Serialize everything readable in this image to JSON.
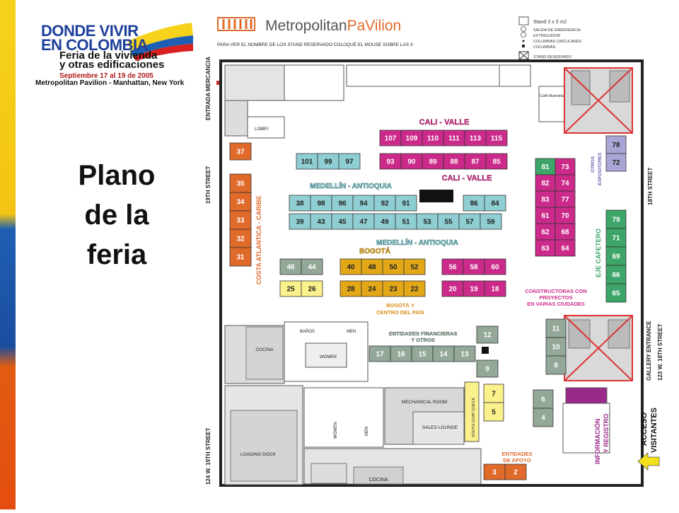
{
  "logo": {
    "line1": "DONDE VIVIR",
    "line2": "EN COLOMBIA",
    "line3": "Feria de la vivienda",
    "line4": "y otras edificaciones",
    "line5": "Septiembre 17 al 19 de 2005",
    "line6": "Metropolitan Pavilion - Manhattan, New York"
  },
  "slide_title": "Plano\nde la\nferia",
  "venue": {
    "name_part1": "Metropolitan",
    "name_part2": "PaVilion"
  },
  "instruction": "PARA VER EL NOMBRE DE LOS STAND RESERVADO COLOQUÉ EL MOUSE SOBRE LAS X",
  "legend": {
    "stand": "Stand 3 x 3 m2",
    "salida": "SALIDA DE EMERGENCIA",
    "extinguidor": "EXTINGUIDOR",
    "columnas_circ": "COLUMNAS CIRCULARES",
    "columnas": "COLUMNAS",
    "reservado": "STAND RESERVADO"
  },
  "streets": {
    "entrada": "ENTRADA MERCANCIA",
    "st19": "19TH STREET",
    "st19w": "124 W. 19TH STREET",
    "st18": "18TH STREET",
    "gallery": "GALLERY ENTRANCE",
    "st18w": "123 W. 18TH STREET"
  },
  "rooms": {
    "lobby": "LOBBY",
    "cafe": "Café Buendía",
    "banos": "BAÑOS",
    "men": "MEN",
    "women": "WOMEN",
    "cocina": "COCINA",
    "cocina2": "COCINA",
    "mechanical": "MECHANICAL ROOM",
    "lounge": "SALES LOUNGE",
    "loading": "LOADING DOCK",
    "coatcheck": "SOUTH COAT CHECK",
    "women2": "WOMEN",
    "men2": "MEN"
  },
  "zones": {
    "cali1": "CALI - VALLE",
    "cali2": "CALI - VALLE",
    "med1": "MEDELLÍN - ANTIOQUIA",
    "med2": "MEDELLÍN - ANTIOQUIA",
    "bogota": "BOGOTÁ",
    "bogota_centro1": "BOGOTÁ Y",
    "bogota_centro2": "CENTRO DEL PAÍS",
    "costa": "COSTA ATLANTICA - CARIBE",
    "eje": "EJE CAFETERO",
    "otros1": "OTROS",
    "otros2": "EXPOSITORES",
    "constr1": "CONSTRUCTORAS CON",
    "constr2": "PROYECTOS",
    "constr3": "EN VARIAS CIUDADES",
    "fin1": "ENTIDADES FINANCIERAS",
    "fin2": "Y OTROS",
    "apoyo1": "ENTIDADES",
    "apoyo2": "DE APOYO",
    "info1": "INFORMACIÓN",
    "info2": "Y REGISTRO",
    "acceso1": "ACCESO",
    "acceso2": "VISITANTES"
  },
  "colors": {
    "pink": "#cc2a8a",
    "teal": "#8fcfd3",
    "orange": "#e06a2a",
    "green": "#3da56a",
    "gold": "#e3a818",
    "yellow": "#faf08c",
    "gray": "#93a898",
    "purple": "#a9a6d6",
    "magenta": "#9a2a8a",
    "cali": "#d8328e",
    "med": "#3f9ca3"
  },
  "stands": [
    {
      "n": "107",
      "g": "pink"
    },
    {
      "n": "109",
      "g": "pink"
    },
    {
      "n": "110",
      "g": "pink"
    },
    {
      "n": "111",
      "g": "pink"
    },
    {
      "n": "113",
      "g": "pink"
    },
    {
      "n": "115",
      "g": "pink"
    },
    {
      "n": "93",
      "g": "pink"
    },
    {
      "n": "90",
      "g": "pink"
    },
    {
      "n": "89",
      "g": "pink"
    },
    {
      "n": "88",
      "g": "pink"
    },
    {
      "n": "87",
      "g": "pink"
    },
    {
      "n": "85",
      "g": "pink"
    },
    {
      "n": "101",
      "g": "teal"
    },
    {
      "n": "99",
      "g": "teal"
    },
    {
      "n": "97",
      "g": "teal"
    },
    {
      "n": "38",
      "g": "teal"
    },
    {
      "n": "98",
      "g": "teal"
    },
    {
      "n": "96",
      "g": "teal"
    },
    {
      "n": "94",
      "g": "teal"
    },
    {
      "n": "92",
      "g": "teal"
    },
    {
      "n": "91",
      "g": "teal"
    },
    {
      "n": "86",
      "g": "teal"
    },
    {
      "n": "84",
      "g": "teal"
    },
    {
      "n": "39",
      "g": "teal"
    },
    {
      "n": "43",
      "g": "teal"
    },
    {
      "n": "45",
      "g": "teal"
    },
    {
      "n": "47",
      "g": "teal"
    },
    {
      "n": "49",
      "g": "teal"
    },
    {
      "n": "51",
      "g": "teal"
    },
    {
      "n": "53",
      "g": "teal"
    },
    {
      "n": "55",
      "g": "teal"
    },
    {
      "n": "57",
      "g": "teal"
    },
    {
      "n": "59",
      "g": "teal"
    },
    {
      "n": "37",
      "g": "orange"
    },
    {
      "n": "35",
      "g": "orange"
    },
    {
      "n": "34",
      "g": "orange"
    },
    {
      "n": "33",
      "g": "orange"
    },
    {
      "n": "32",
      "g": "orange"
    },
    {
      "n": "31",
      "g": "orange"
    },
    {
      "n": "46",
      "g": "gray"
    },
    {
      "n": "44",
      "g": "gray"
    },
    {
      "n": "25",
      "g": "yellow"
    },
    {
      "n": "26",
      "g": "yellow"
    },
    {
      "n": "40",
      "g": "gold"
    },
    {
      "n": "48",
      "g": "gold"
    },
    {
      "n": "50",
      "g": "gold"
    },
    {
      "n": "52",
      "g": "gold"
    },
    {
      "n": "28",
      "g": "gold"
    },
    {
      "n": "24",
      "g": "gold"
    },
    {
      "n": "23",
      "g": "gold"
    },
    {
      "n": "22",
      "g": "gold"
    },
    {
      "n": "56",
      "g": "pink"
    },
    {
      "n": "58",
      "g": "pink"
    },
    {
      "n": "60",
      "g": "pink"
    },
    {
      "n": "20",
      "g": "pink"
    },
    {
      "n": "19",
      "g": "pink"
    },
    {
      "n": "18",
      "g": "pink"
    },
    {
      "n": "81",
      "g": "green"
    },
    {
      "n": "73",
      "g": "pink"
    },
    {
      "n": "82",
      "g": "pink"
    },
    {
      "n": "74",
      "g": "pink"
    },
    {
      "n": "83",
      "g": "pink"
    },
    {
      "n": "77",
      "g": "pink"
    },
    {
      "n": "61",
      "g": "pink"
    },
    {
      "n": "70",
      "g": "pink"
    },
    {
      "n": "62",
      "g": "pink"
    },
    {
      "n": "68",
      "g": "pink"
    },
    {
      "n": "63",
      "g": "pink"
    },
    {
      "n": "64",
      "g": "pink"
    },
    {
      "n": "78",
      "g": "purple"
    },
    {
      "n": "72",
      "g": "purple"
    },
    {
      "n": "79",
      "g": "green"
    },
    {
      "n": "71",
      "g": "green"
    },
    {
      "n": "69",
      "g": "green"
    },
    {
      "n": "66",
      "g": "green"
    },
    {
      "n": "65",
      "g": "green"
    },
    {
      "n": "12",
      "g": "gray"
    },
    {
      "n": "17",
      "g": "gray"
    },
    {
      "n": "16",
      "g": "gray"
    },
    {
      "n": "15",
      "g": "gray"
    },
    {
      "n": "14",
      "g": "gray"
    },
    {
      "n": "13",
      "g": "gray"
    },
    {
      "n": "9",
      "g": "gray"
    },
    {
      "n": "11",
      "g": "gray"
    },
    {
      "n": "10",
      "g": "gray"
    },
    {
      "n": "8",
      "g": "gray"
    },
    {
      "n": "6",
      "g": "gray"
    },
    {
      "n": "4",
      "g": "gray"
    },
    {
      "n": "7",
      "g": "yellow"
    },
    {
      "n": "5",
      "g": "yellow"
    },
    {
      "n": "3",
      "g": "orange"
    },
    {
      "n": "2",
      "g": "orange"
    }
  ]
}
